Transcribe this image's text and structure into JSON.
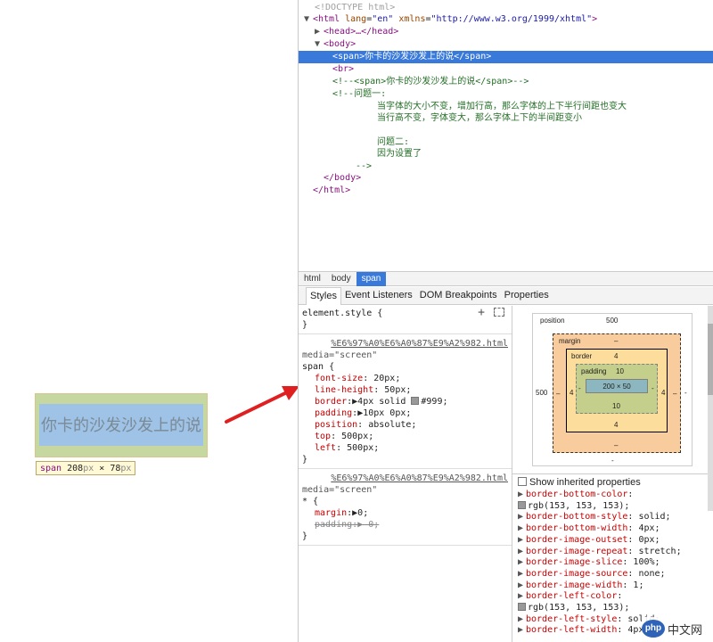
{
  "preview": {
    "span_text": "你卡的沙发沙发上的说",
    "tooltip_tag": "span",
    "tooltip_w": "208",
    "tooltip_h": "78",
    "tooltip_unit": "px",
    "tooltip_x": "×"
  },
  "dom": {
    "doctype": "<!DOCTYPE html>",
    "html_open_tag": "<html ",
    "html_attr1_name": "lang",
    "html_attr1_val": "\"en\"",
    "html_attr2_name": "xmlns",
    "html_attr2_val": "\"http://www.w3.org/1999/xhtml\"",
    "html_close_bracket": ">",
    "head": "<head>…</head>",
    "body_open": "<body>",
    "span_line": "<span>你卡的沙发沙发上的说</span>",
    "br": "<br>",
    "comment1": "<!--<span>你卡的沙发沙发上的说</span>-->",
    "comment2_l1": "<!--问题一:",
    "comment2_l2": "当字体的大小不变，增加行高，那么字体的上下半行间距也变大",
    "comment2_l3": "当行高不变，字体变大，那么字体上下的半间距变小",
    "comment2_l4": "问题二:",
    "comment2_l5": "因为设置了",
    "comment2_end": "-->",
    "body_close": "</body>",
    "html_close": "</html>"
  },
  "breadcrumbs": [
    "html",
    "body",
    "span"
  ],
  "tabs": [
    "Styles",
    "Event Listeners",
    "DOM Breakpoints",
    "Properties"
  ],
  "styles": {
    "element_style": "element.style {",
    "close_brace": "}",
    "rule1": {
      "source": "%E6%97%A0%E6%A0%87%E9%A2%982.html",
      "media": "media=\"screen\"",
      "selector": "span {",
      "props": [
        {
          "name": "font-size",
          "value": "20px;"
        },
        {
          "name": "line-height",
          "value": "50px;"
        },
        {
          "name": "border",
          "value": "▶4px solid #999;",
          "swatch": true
        },
        {
          "name": "padding",
          "value": "▶10px 0px;"
        },
        {
          "name": "position",
          "value": "absolute;"
        },
        {
          "name": "top",
          "value": "500px;"
        },
        {
          "name": "left",
          "value": "500px;"
        }
      ]
    },
    "rule2": {
      "source": "%E6%97%A0%E6%A0%87%E9%A2%982.html",
      "media": "media=\"screen\"",
      "selector": "* {",
      "props": [
        {
          "name": "margin",
          "value": "▶0;",
          "struck": false
        },
        {
          "name": "padding",
          "value": "▶ 0;",
          "struck": true
        }
      ]
    }
  },
  "metrics": {
    "position_label": "position",
    "position_top": "500",
    "position_left": "500",
    "position_right": "-",
    "position_bottom": "-",
    "margin_label": "margin",
    "margin_dash": "–",
    "border_label": "border",
    "border_top": "4",
    "border_bottom": "4",
    "border_left": "4",
    "border_right": "4",
    "padding_label": "padding",
    "padding_top": "10",
    "padding_bottom": "10",
    "padding_left": "-",
    "padding_right": "-",
    "content": "200 × 50"
  },
  "computed": {
    "show_inherited": "Show inherited properties",
    "props": [
      {
        "name": "border-bottom-color",
        "value": "",
        "newline_value": "rgb(153, 153, 153);",
        "swatch": true
      },
      {
        "name": "border-bottom-style",
        "value": "solid;"
      },
      {
        "name": "border-bottom-width",
        "value": "4px;"
      },
      {
        "name": "border-image-outset",
        "value": "0px;"
      },
      {
        "name": "border-image-repeat",
        "value": "stretch;"
      },
      {
        "name": "border-image-slice",
        "value": "100%;"
      },
      {
        "name": "border-image-source",
        "value": "none;"
      },
      {
        "name": "border-image-width",
        "value": "1;"
      },
      {
        "name": "border-left-color",
        "value": "",
        "newline_value": "rgb(153, 153, 153);",
        "swatch": true
      },
      {
        "name": "border-left-style",
        "value": "solid;"
      },
      {
        "name": "border-left-width",
        "value": "4px;"
      }
    ]
  },
  "watermark": {
    "logo": "php",
    "text": "中文网"
  },
  "colors": {
    "selection": "#3879d9",
    "arrow": "#e02020",
    "margin": "#f9cc9d",
    "border": "#fddd9b",
    "padding": "#c3cf8a",
    "content": "#8cb6c0"
  }
}
